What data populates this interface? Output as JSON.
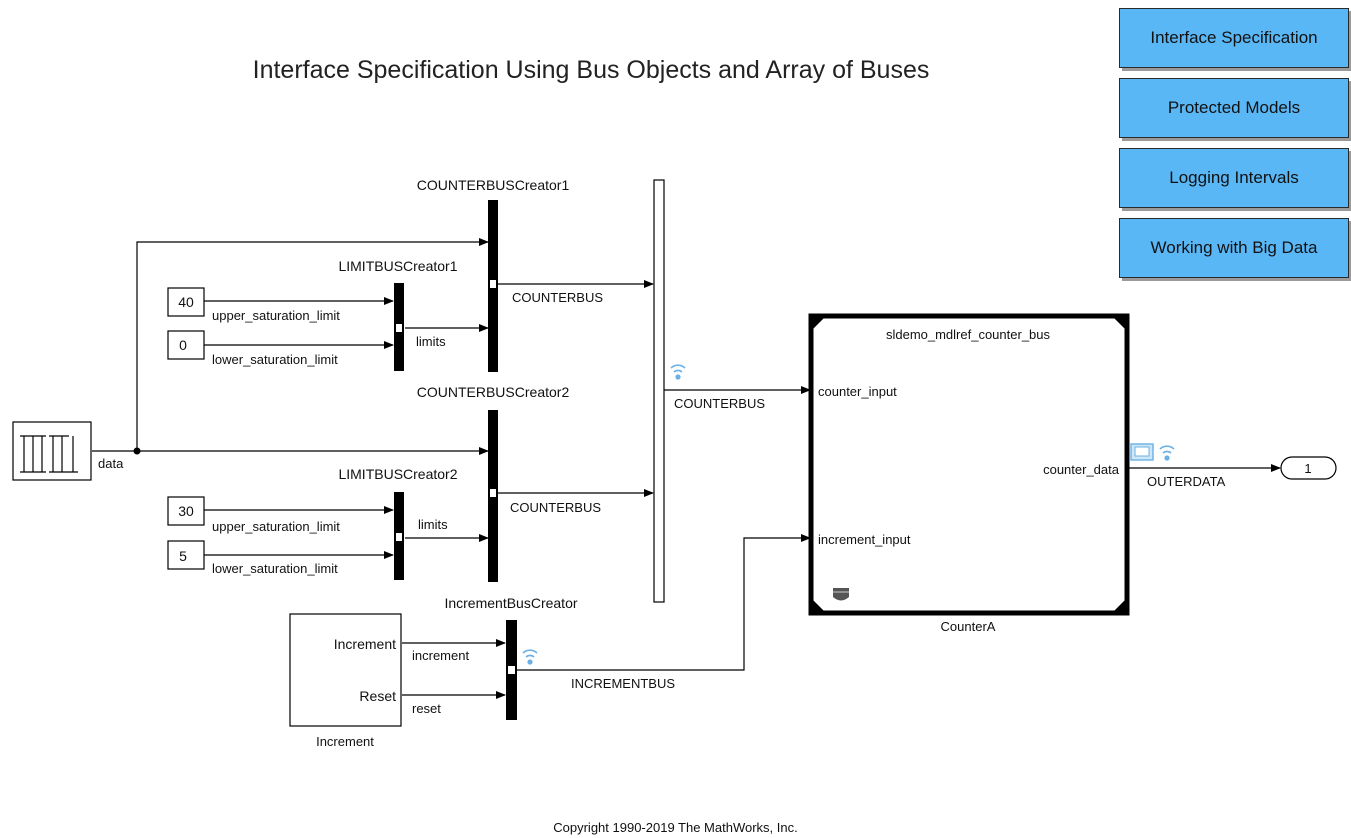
{
  "title": "Interface Specification Using Bus Objects and Array of Buses",
  "nav_buttons": [
    "Interface Specification",
    "Protected Models",
    "Logging Intervals",
    "Working with Big Data"
  ],
  "blocks": {
    "bus_creator_1": "COUNTERBUSCreator1",
    "bus_creator_2": "COUNTERBUSCreator2",
    "limit_bus_1": "LIMITBUSCreator1",
    "limit_bus_2": "LIMITBUSCreator2",
    "increment_bus": "IncrementBusCreator",
    "const_upper_1": "40",
    "const_lower_1": "0",
    "const_upper_2": "30",
    "const_lower_2": "5",
    "increment_block": "Increment",
    "increment_port_increment": "Increment",
    "increment_port_reset": "Reset",
    "model_ref_name": "sldemo_mdlref_counter_bus",
    "model_ref_port_counter_input": "counter_input",
    "model_ref_port_increment_input": "increment_input",
    "model_ref_port_counter_data": "counter_data",
    "model_ref_block": "CounterA",
    "outport_number": "1"
  },
  "signals": {
    "data": "data",
    "upper_1": "upper_saturation_limit",
    "lower_1": "lower_saturation_limit",
    "limits_1": "limits",
    "counterbus_1": "COUNTERBUS",
    "upper_2": "upper_saturation_limit",
    "lower_2": "lower_saturation_limit",
    "limits_2": "limits",
    "counterbus_2": "COUNTERBUS",
    "counterbus_out": "COUNTERBUS",
    "increment": "increment",
    "reset": "reset",
    "incrementbus": "INCREMENTBUS",
    "outerdata": "OUTERDATA"
  },
  "copyright": "Copyright 1990-2019 The MathWorks, Inc."
}
